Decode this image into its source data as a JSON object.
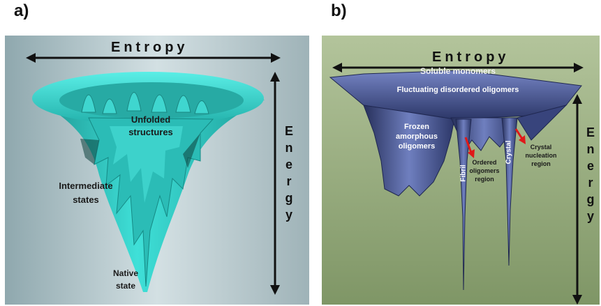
{
  "panel_a": {
    "letter": "a)",
    "entropy_label": "Entropy",
    "energy_letters": [
      "E",
      "n",
      "e",
      "r",
      "g",
      "y"
    ],
    "labels": {
      "unfolded": "Unfolded structures",
      "intermediate": "Intermediate states",
      "native": "Native state"
    },
    "colors": {
      "funnel": "#2fc9c4",
      "background": "#b9cbd0"
    }
  },
  "panel_b": {
    "letter": "b)",
    "entropy_label": "Entropy",
    "energy_letters": [
      "E",
      "n",
      "e",
      "r",
      "g",
      "y"
    ],
    "labels": {
      "soluble": "Soluble monomers",
      "fluctuating": "Fluctuating disordered oligomers",
      "frozen": "Frozen amorphous oligomers",
      "fibril": "Fibril",
      "crystal": "Crystal",
      "ordered": "Ordered oligomers region",
      "nucleation": "Crystal nucleation region"
    },
    "colors": {
      "landscape": "#3d4a86",
      "background": "#9bb083",
      "arrow": "#e01818"
    }
  }
}
